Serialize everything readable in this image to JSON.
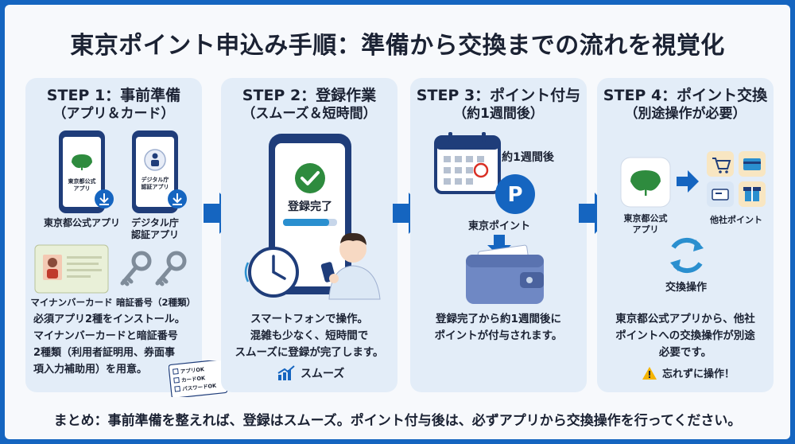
{
  "title": "東京ポイント申込み手順：準備から交換までの流れを視覚化",
  "colors": {
    "accent": "#1565c0",
    "card": "#e3edf8",
    "green": "#2e8b3e",
    "warning": "#f5b400"
  },
  "steps": [
    {
      "title": "STEP 1：事前準備",
      "subtitle": "（アプリ＆カード）",
      "app1_screen": "東京都公式\nアプリ",
      "app1_screen_line1": "東京都公式",
      "app1_screen_line2": "アプリ",
      "app1_caption": "東京都公式アプリ",
      "app2_screen_line1": "デジタル庁",
      "app2_screen_line2": "認証アプリ",
      "app2_caption_line1": "デジタル庁",
      "app2_caption_line2": "認証アプリ",
      "card_caption": "マイナンバーカード",
      "pin_caption": "暗証番号（2種類）",
      "body_lines": [
        "必須アプリ2種をインストール。",
        "マイナンバーカードと暗証番号",
        "2種類（利用者証明用、券面事",
        "項入力補助用）を用意。"
      ],
      "checklist": [
        "アプリOK",
        "カードOK",
        "パスワードOK"
      ],
      "icons": [
        "phone-icon",
        "download-icon",
        "ginkgo-icon",
        "id-card-icon",
        "key-icon",
        "checklist-icon"
      ]
    },
    {
      "title": "STEP 2：登録作業",
      "subtitle": "（スムーズ＆短時間）",
      "screen_label": "登録完了",
      "body_lines": [
        "スマートフォンで操作。",
        "混雑も少なく、短時間で",
        "スムーズに登録が完了します。"
      ],
      "badge": "スムーズ",
      "icons": [
        "phone-icon",
        "check-icon",
        "clock-icon",
        "person-icon",
        "chart-up-icon"
      ]
    },
    {
      "title": "STEP 3：ポイント付与",
      "subtitle": "（約1週間後）",
      "calendar_label": "約1週間後",
      "point_symbol": "P",
      "point_label": "東京ポイント",
      "body_lines": [
        "登録完了から約1週間後に",
        "ポイントが付与されます。"
      ],
      "icons": [
        "calendar-icon",
        "point-coin-icon",
        "arrow-down-icon",
        "wallet-icon"
      ]
    },
    {
      "title": "STEP 4：ポイント交換",
      "subtitle": "（別途操作が必要）",
      "app_caption_line1": "東京都公式",
      "app_caption_line2": "アプリ",
      "partner_label": "他社ポイント",
      "exchange_label": "交換操作",
      "body_lines": [
        "東京都公式アプリから、他社",
        "ポイントへの交換操作が別途",
        "必要です。"
      ],
      "warning": "忘れずに操作！",
      "icons": [
        "ginkgo-icon",
        "arrow-right-icon",
        "cart-icon",
        "card-icon",
        "ticket-icon",
        "gift-icon",
        "refresh-icon",
        "warning-icon"
      ]
    }
  ],
  "summary": "まとめ：事前準備を整えれば、登録はスムーズ。ポイント付与後は、必ずアプリから交換操作を行ってください。"
}
